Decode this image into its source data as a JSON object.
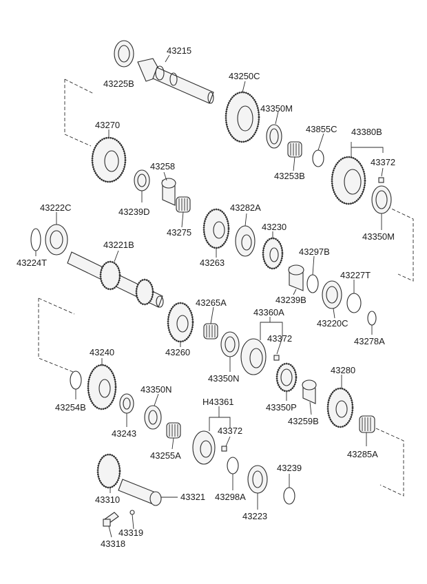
{
  "parts": {
    "p43225B": "43225B",
    "p43215": "43215",
    "p43250C": "43250C",
    "p43350M_top": "43350M",
    "p43855C": "43855C",
    "p43380B": "43380B",
    "p43372_top": "43372",
    "p43253B": "43253B",
    "p43270": "43270",
    "p43258": "43258",
    "p43239D": "43239D",
    "p43275": "43275",
    "p43350M_right": "43350M",
    "p43222C": "43222C",
    "p43224T": "43224T",
    "p43221B": "43221B",
    "p43282A": "43282A",
    "p43230": "43230",
    "p43263": "43263",
    "p43297B": "43297B",
    "p43227T": "43227T",
    "p43239B": "43239B",
    "p43220C": "43220C",
    "p43278A": "43278A",
    "p43265A": "43265A",
    "p43360A": "43360A",
    "p43372_mid": "43372",
    "p43260": "43260",
    "p43350N_mid": "43350N",
    "p43240": "43240",
    "p43254B": "43254B",
    "p43350N_low": "43350N",
    "p43243": "43243",
    "p43255A": "43255A",
    "pH43361": "H43361",
    "p43372_low": "43372",
    "p43350P": "43350P",
    "p43259B": "43259B",
    "p43280": "43280",
    "p43285A": "43285A",
    "p43239": "43239",
    "p43298A": "43298A",
    "p43223": "43223",
    "p43310": "43310",
    "p43321": "43321",
    "p43319": "43319",
    "p43318": "43318"
  }
}
